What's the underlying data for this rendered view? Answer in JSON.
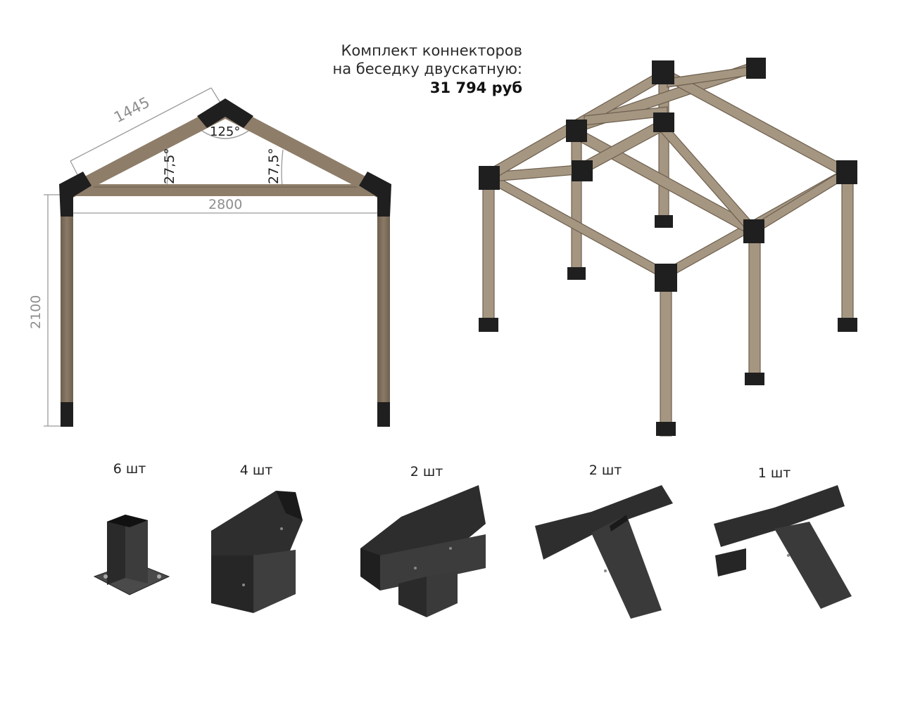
{
  "caption": {
    "line1": "Комплект коннекторов",
    "line2": "на беседку двускатную:",
    "price": "31 794 руб"
  },
  "dimensions": {
    "rafter_length": "1445",
    "apex_angle": "125°",
    "pitch_left": "27,5°",
    "pitch_right": "27,5°",
    "span_width": "2800",
    "post_height": "2100"
  },
  "connectors": [
    {
      "quantity": "6 шт",
      "type": "post-base-icon"
    },
    {
      "quantity": "4 шт",
      "type": "corner-connector-icon"
    },
    {
      "quantity": "2 шт",
      "type": "t-connector-icon"
    },
    {
      "quantity": "2 шт",
      "type": "y-connector-icon"
    },
    {
      "quantity": "1 шт",
      "type": "cross-connector-icon"
    }
  ],
  "colors": {
    "wood": "#a59682",
    "wood_dark": "#6d5f4e",
    "metal": "#1f1f1f",
    "metal_face": "#3b3b3b",
    "dimension_line": "#9a9a9a"
  }
}
